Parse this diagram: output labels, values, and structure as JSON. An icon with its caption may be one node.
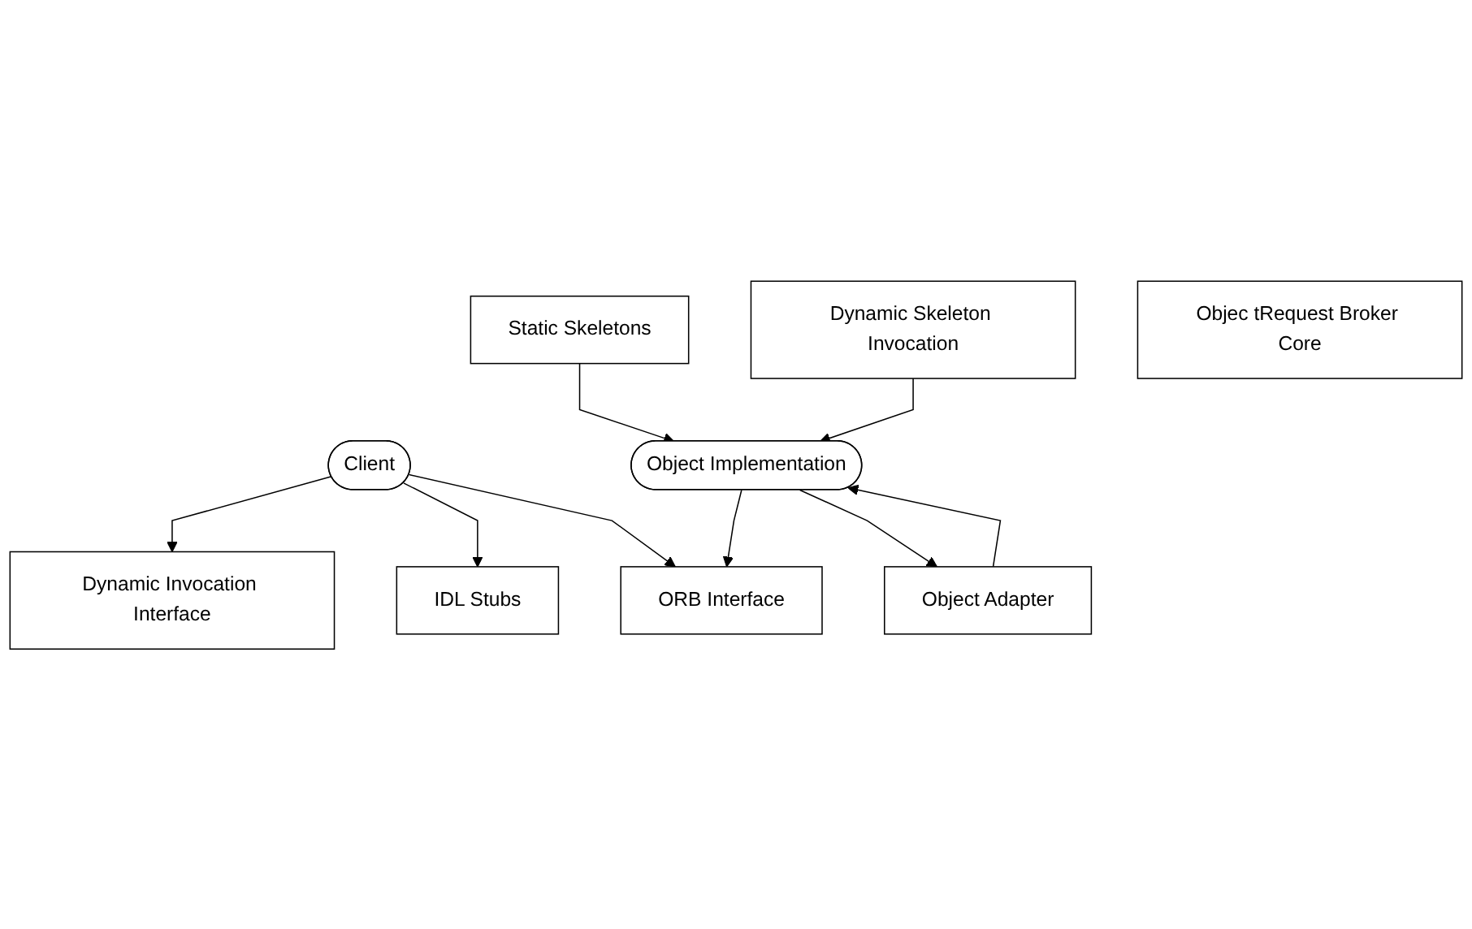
{
  "diagram": {
    "nodes": [
      {
        "text": [
          "Client"
        ]
      },
      {
        "text": [
          "Object Implementation"
        ]
      },
      {
        "text": [
          "Dynamic Invocation Interface"
        ]
      },
      {
        "text": [
          "IDL Stubs"
        ]
      },
      {
        "text": [
          "ORB Interface"
        ]
      },
      {
        "text": [
          "Static Skeletons"
        ]
      },
      {
        "text": [
          "Dynamic Skeleton Invocation"
        ]
      },
      {
        "text": [
          "Object Adapter"
        ]
      },
      {
        "text": [
          "Objec tRequest Broker Core"
        ]
      }
    ],
    "edges": [
      {
        "from": 0,
        "to": 2,
        "arrow": "to"
      },
      {
        "from": 0,
        "to": 3,
        "arrow": "to"
      },
      {
        "from": 0,
        "to": 4,
        "arrow": "to"
      },
      {
        "from": 1,
        "to": 4,
        "arrow": "to"
      },
      {
        "from": 5,
        "to": 1,
        "arrow": "to"
      },
      {
        "from": 6,
        "to": 1,
        "arrow": "to"
      },
      {
        "from": 1,
        "to": 7,
        "arrow": "to"
      },
      {
        "from": 7,
        "to": 1,
        "arrow": "to"
      }
    ]
  }
}
